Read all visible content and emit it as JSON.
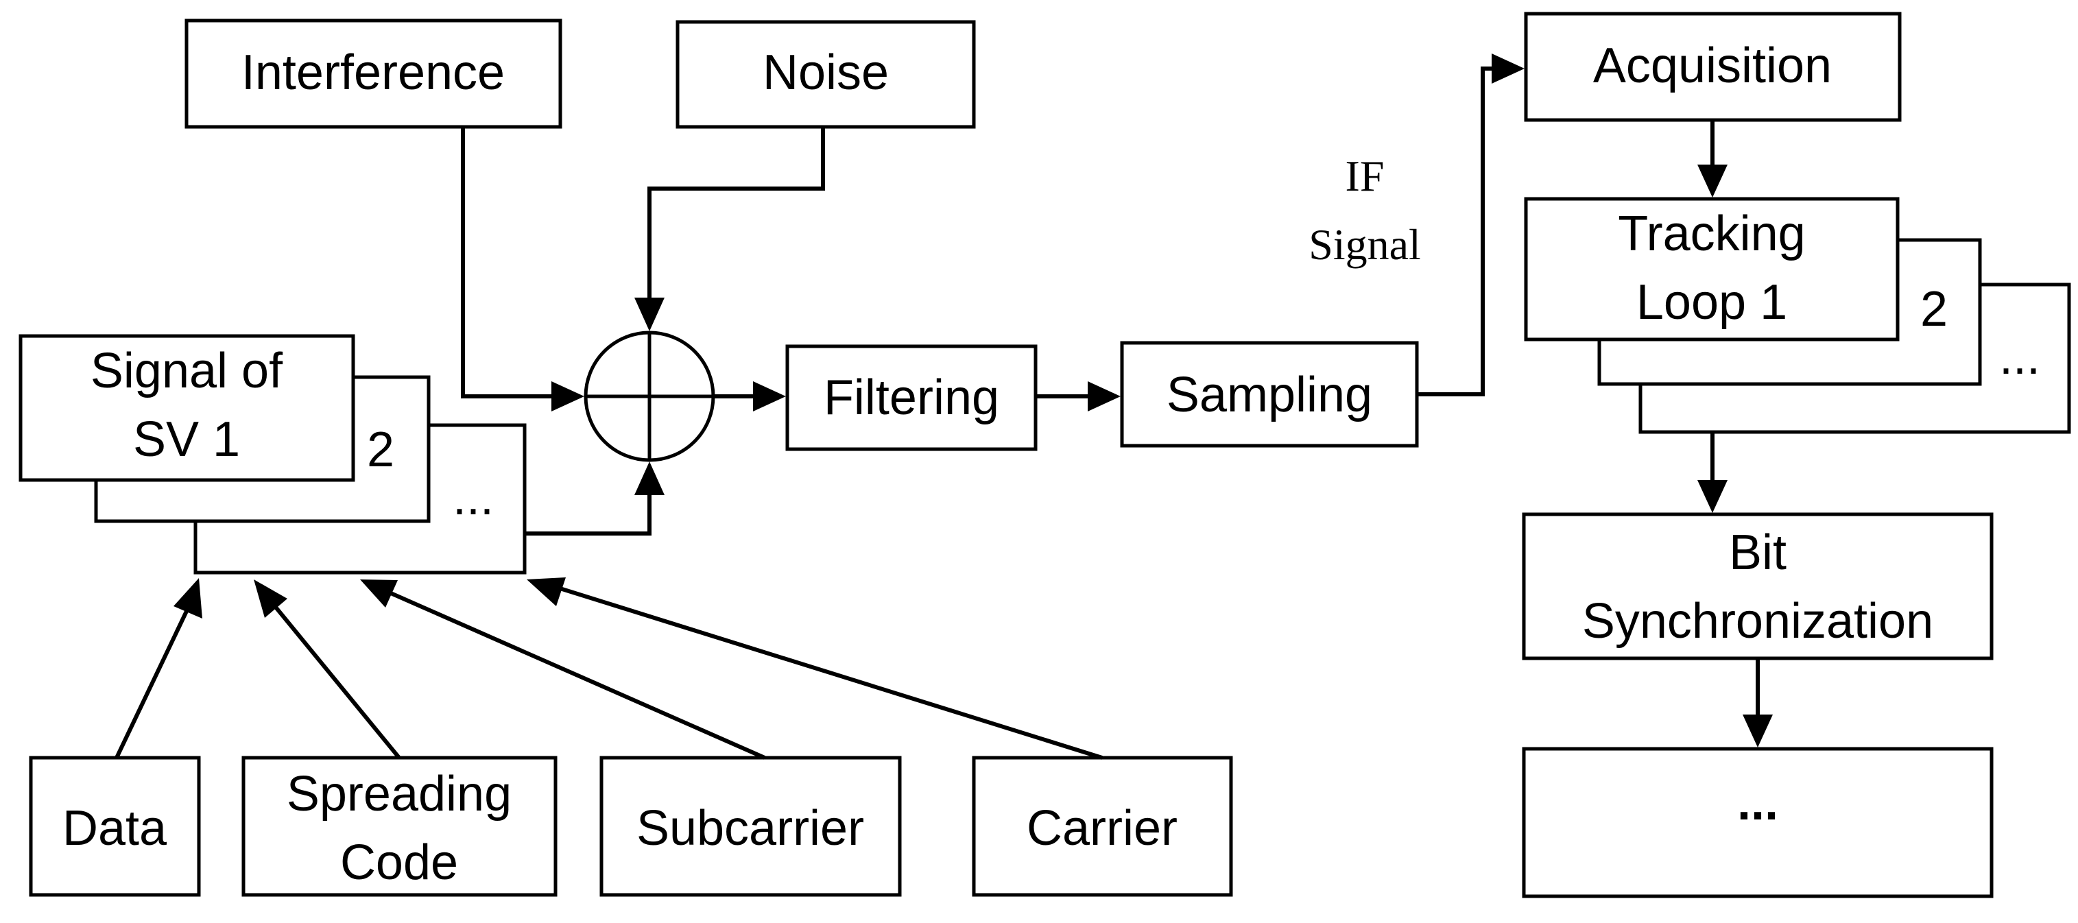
{
  "blocks": {
    "interference": "Interference",
    "noise": "Noise",
    "signal_sv_line1": "Signal of",
    "signal_sv_line2": "SV 1",
    "signal_stack_2": "2",
    "signal_stack_more": "...",
    "filtering": "Filtering",
    "sampling": "Sampling",
    "if_signal_line1": "IF",
    "if_signal_line2": "Signal",
    "acquisition": "Acquisition",
    "tracking_line1": "Tracking",
    "tracking_line2": "Loop 1",
    "tracking_stack_2": "2",
    "tracking_stack_more": "...",
    "bit_sync_line1": "Bit",
    "bit_sync_line2": "Synchronization",
    "final_block": "...",
    "data": "Data",
    "spreading_line1": "Spreading",
    "spreading_line2": "Code",
    "subcarrier": "Subcarrier",
    "carrier": "Carrier"
  }
}
